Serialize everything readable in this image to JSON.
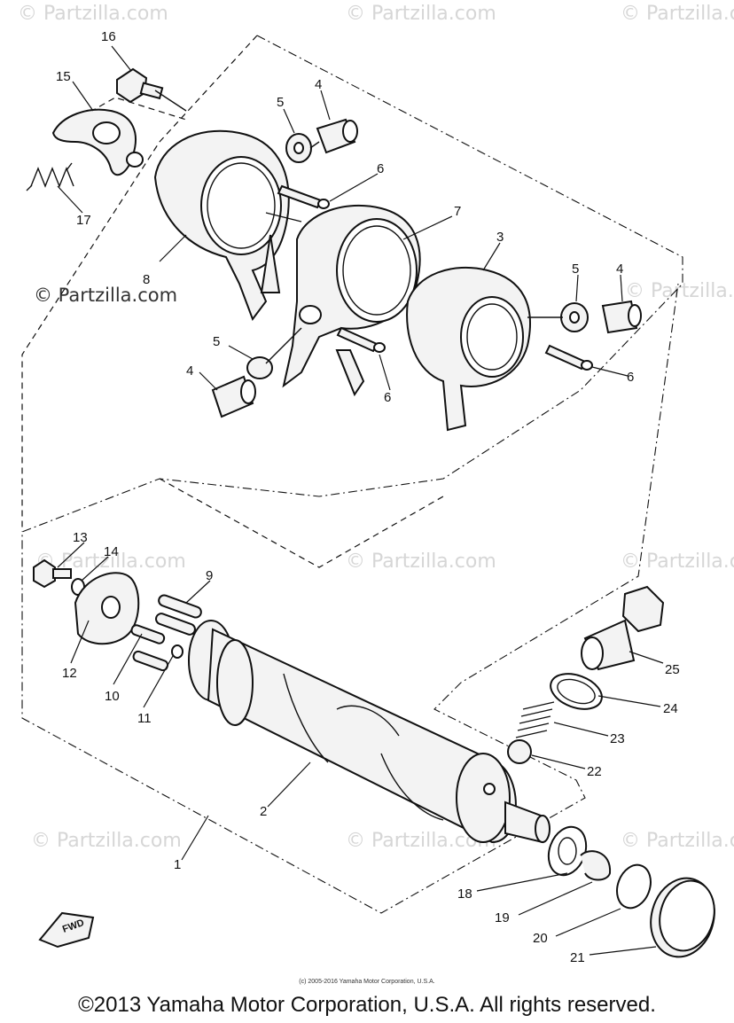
{
  "watermark": "© Partzilla.com",
  "callouts": [
    "1",
    "2",
    "3",
    "4",
    "5",
    "6",
    "7",
    "8",
    "9",
    "10",
    "11",
    "12",
    "13",
    "14",
    "15",
    "16",
    "17",
    "18",
    "19",
    "20",
    "21",
    "22",
    "23",
    "24",
    "25"
  ],
  "fwd_badge": "FWD",
  "small_copyright": "(c) 2005-2016 Yamaha Motor Corporation, U.S.A.",
  "copyright": "©2013 Yamaha Motor Corporation, U.S.A. All rights reserved."
}
